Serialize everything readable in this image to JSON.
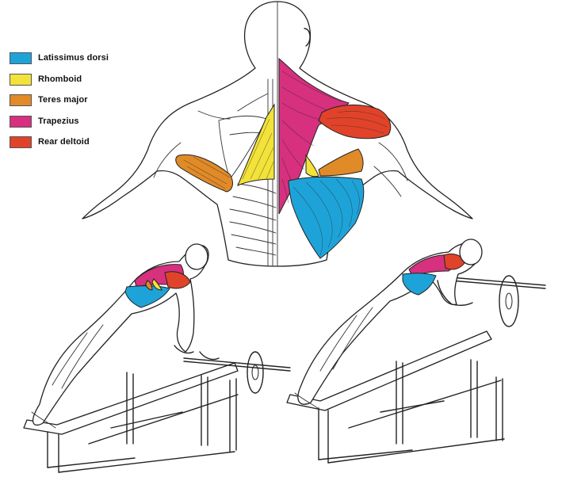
{
  "legend": [
    {
      "label": "Latissimus dorsi",
      "color": "#1ea3d8"
    },
    {
      "label": "Rhomboid",
      "color": "#f2e23a"
    },
    {
      "label": "Teres major",
      "color": "#e08a28"
    },
    {
      "label": "Trapezius",
      "color": "#d6307e"
    },
    {
      "label": "Rear deltoid",
      "color": "#e0432a"
    }
  ],
  "figures": [
    {
      "name": "back-anatomy",
      "view": "posterior torso"
    },
    {
      "name": "incline-bench-row-start",
      "view": "side"
    },
    {
      "name": "incline-bench-row-finish",
      "view": "side"
    }
  ]
}
